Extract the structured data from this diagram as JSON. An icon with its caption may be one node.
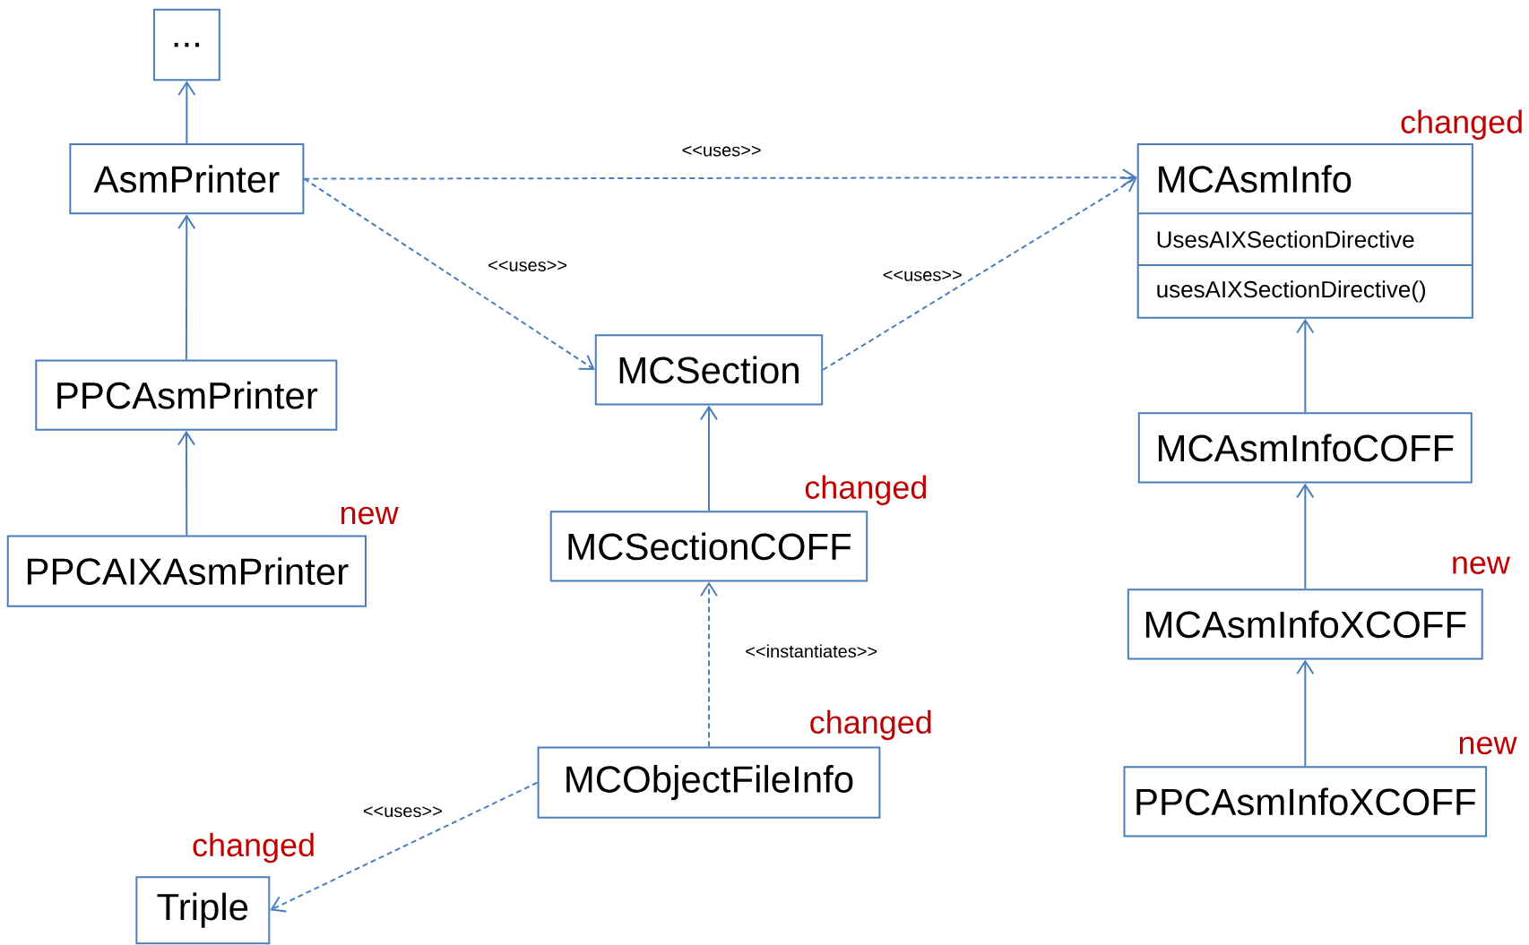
{
  "diagram": {
    "nodes": [
      {
        "text": [
          "..."
        ]
      },
      {
        "text": [
          "AsmPrinter"
        ]
      },
      {
        "text": [
          "PPCAsmPrinter"
        ]
      },
      {
        "text": [
          "PPCAIXAsmPrinter"
        ],
        "beside": [
          "new"
        ]
      },
      {
        "text": [
          "MCSection"
        ]
      },
      {
        "text": [
          "MCSectionCOFF"
        ],
        "beside": [
          "changed"
        ]
      },
      {
        "text": [
          "MCObjectFileInfo"
        ],
        "beside": [
          "changed"
        ]
      },
      {
        "text": [
          "Triple"
        ],
        "beside": [
          "changed"
        ]
      },
      {
        "text": [
          "MCAsmInfo",
          "UsesAIXSectionDirective",
          "usesAIXSectionDirective()"
        ],
        "beside": [
          "changed"
        ]
      },
      {
        "text": [
          "MCAsmInfoCOFF"
        ]
      },
      {
        "text": [
          "MCAsmInfoXCOFF"
        ],
        "beside": [
          "new"
        ]
      },
      {
        "text": [
          "PPCAsmInfoXCOFF"
        ],
        "beside": [
          "new"
        ]
      }
    ],
    "edges": [
      {
        "from": 1,
        "to": 0,
        "arrow": "to"
      },
      {
        "from": 2,
        "to": 1,
        "arrow": "to"
      },
      {
        "from": 3,
        "to": 2,
        "arrow": "to"
      },
      {
        "from": 1,
        "to": 8,
        "arrow": "to",
        "style": "dashed",
        "label": "<<uses>>"
      },
      {
        "from": 1,
        "to": 4,
        "arrow": "to",
        "style": "dashed",
        "label": "<<uses>>"
      },
      {
        "from": 4,
        "to": 8,
        "arrow": "to",
        "style": "dashed",
        "label": "<<uses>>"
      },
      {
        "from": 5,
        "to": 4,
        "arrow": "to"
      },
      {
        "from": 6,
        "to": 5,
        "arrow": "to",
        "style": "dashed",
        "label": "<<instantiates>>"
      },
      {
        "from": 9,
        "to": 8,
        "arrow": "to"
      },
      {
        "from": 10,
        "to": 9,
        "arrow": "to"
      },
      {
        "from": 11,
        "to": 10,
        "arrow": "to"
      },
      {
        "from": 6,
        "to": 7,
        "arrow": "to",
        "style": "dashed",
        "label": "<<uses>>"
      }
    ]
  }
}
